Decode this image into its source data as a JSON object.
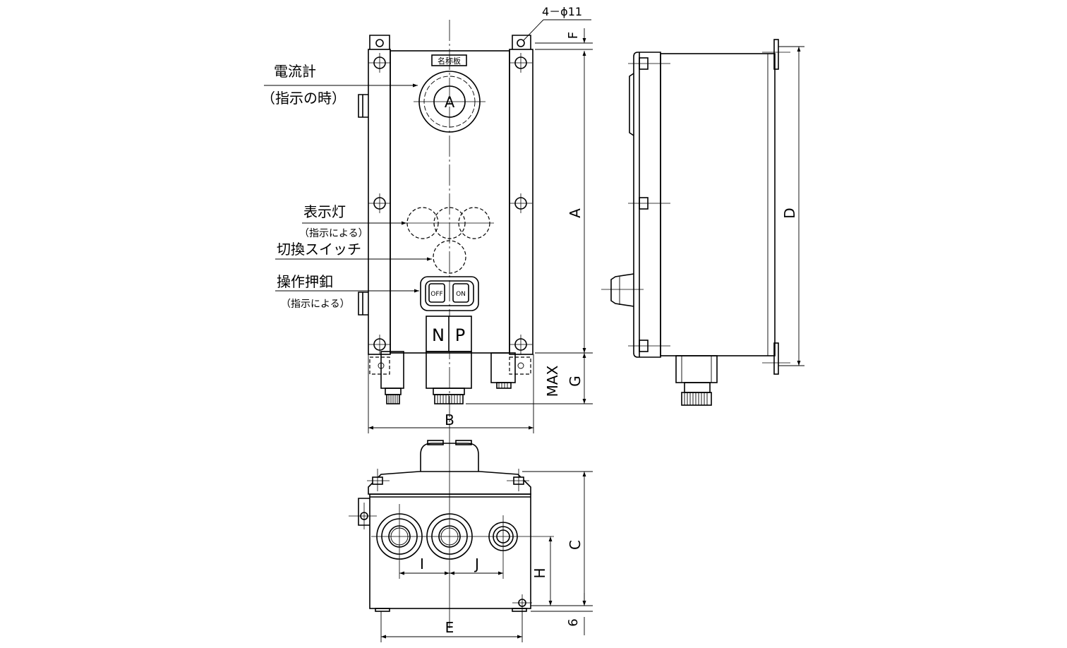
{
  "front_view": {
    "hole_spec": "4－ϕ11",
    "nameplate": "名称板",
    "ammeter_symbol": "A",
    "button_off": "OFF",
    "button_on": "ON",
    "np_n": "N",
    "np_p": "P"
  },
  "callouts": {
    "ammeter": "電流計",
    "ammeter_note": "（指示の時）",
    "indicator_lamp": "表示灯",
    "indicator_lamp_note": "（指示による）",
    "selector_switch": "切換スイッチ",
    "push_button": "操作押釦",
    "push_button_note": "（指示による）"
  },
  "dimensions": {
    "A": "A",
    "B": "B",
    "C": "C",
    "D": "D",
    "E": "E",
    "F": "F",
    "G": "G",
    "H": "H",
    "I": "I",
    "J": "J",
    "max": "MAX",
    "six": "6"
  }
}
